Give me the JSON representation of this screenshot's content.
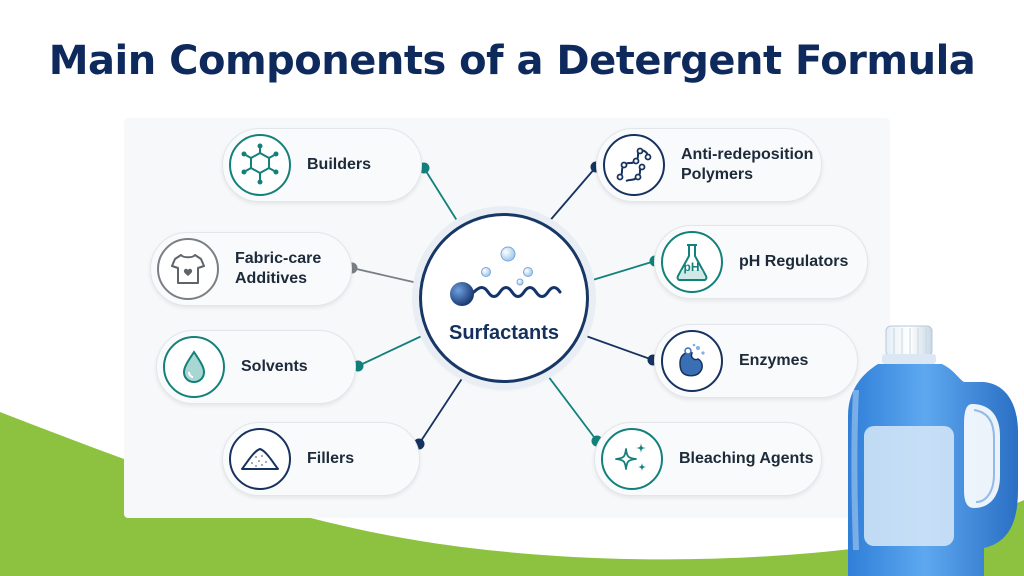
{
  "title": "Main Components of a Detergent Formula",
  "center": {
    "label": "Surfactants",
    "icon": "surfactant-molecule-icon"
  },
  "left_components": [
    {
      "label": "Builders",
      "icon": "molecule-network-icon"
    },
    {
      "label": "Fabric-care\nAdditives",
      "icon": "tshirt-heart-icon"
    },
    {
      "label": "Solvents",
      "icon": "water-drop-icon"
    },
    {
      "label": "Fillers",
      "icon": "powder-pile-icon"
    }
  ],
  "right_components": [
    {
      "label": "Anti-redeposition\nPolymers",
      "icon": "polymer-chain-icon"
    },
    {
      "label": "pH Regulators",
      "icon": "flask-ph-icon",
      "icon_text": "pH"
    },
    {
      "label": "Enzymes",
      "icon": "enzyme-icon"
    },
    {
      "label": "Bleaching Agents",
      "icon": "sparkle-icon"
    }
  ],
  "colors": {
    "title": "#0e2a5c",
    "teal": "#13807b",
    "navy": "#16325f",
    "green": "#8bc34a",
    "bottle": "#3d8fe0"
  }
}
